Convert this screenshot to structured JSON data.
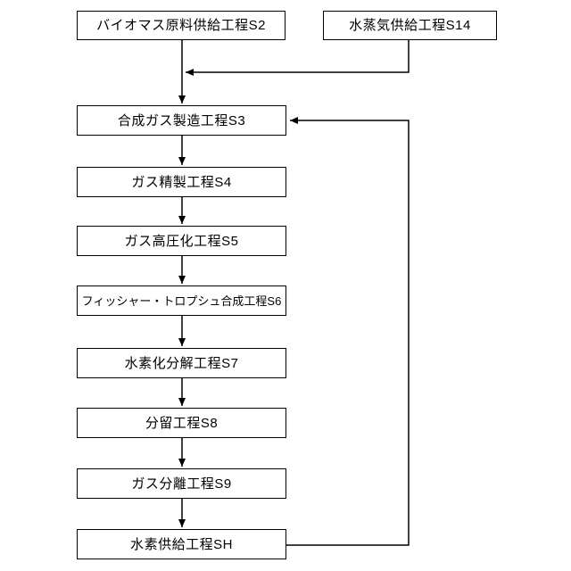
{
  "diagram": {
    "type": "flowchart",
    "background_color": "#ffffff",
    "line_color": "#000000",
    "box_style": {
      "fill": "#ffffff",
      "border_color": "#000000",
      "text_color": "#000000"
    },
    "nodes": [
      {
        "id": "S2",
        "label": "バイオマス原料供給工程S2"
      },
      {
        "id": "S14",
        "label": "水蒸気供給工程S14"
      },
      {
        "id": "S3",
        "label": "合成ガス製造工程S3"
      },
      {
        "id": "S4",
        "label": "ガス精製工程S4"
      },
      {
        "id": "S5",
        "label": "ガス高圧化工程S5"
      },
      {
        "id": "S6",
        "label": "フィッシャー・トロプシュ合成工程S6"
      },
      {
        "id": "S7",
        "label": "水素化分解工程S7"
      },
      {
        "id": "S8",
        "label": "分留工程S8"
      },
      {
        "id": "S9",
        "label": "ガス分離工程S9"
      },
      {
        "id": "SH",
        "label": "水素供給工程SH"
      }
    ],
    "edges": [
      {
        "from": "S2",
        "to": "S3",
        "route": "straight-down"
      },
      {
        "from": "S14",
        "to": "S3",
        "route": "down-then-left, joins S2 arrow above S3"
      },
      {
        "from": "S3",
        "to": "S4",
        "route": "straight-down"
      },
      {
        "from": "S4",
        "to": "S5",
        "route": "straight-down"
      },
      {
        "from": "S5",
        "to": "S6",
        "route": "straight-down"
      },
      {
        "from": "S6",
        "to": "S7",
        "route": "straight-down"
      },
      {
        "from": "S7",
        "to": "S8",
        "route": "straight-down"
      },
      {
        "from": "S8",
        "to": "S9",
        "route": "straight-down"
      },
      {
        "from": "S9",
        "to": "SH",
        "route": "straight-down"
      },
      {
        "from": "SH",
        "to": "S3",
        "route": "recycle loop up right side"
      }
    ]
  }
}
